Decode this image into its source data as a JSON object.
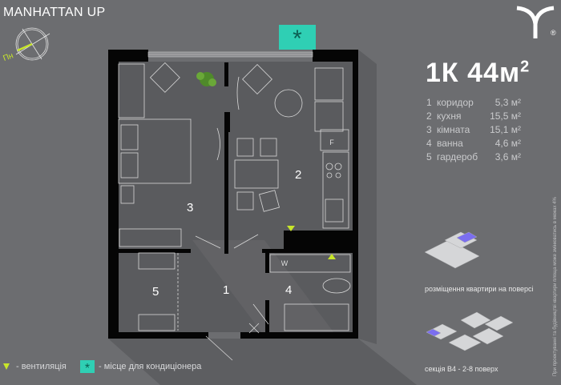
{
  "brand": "MANHATTAN UP",
  "compass_label": "Пн",
  "logo_mark": "®",
  "apartment": {
    "type": "1К",
    "area": "44м",
    "area_sup": "2"
  },
  "rooms": [
    {
      "num": "1",
      "name": "коридор",
      "area": "5,3 м²"
    },
    {
      "num": "2",
      "name": "кухня",
      "area": "15,5 м²"
    },
    {
      "num": "3",
      "name": "кімната",
      "area": "15,1 м²"
    },
    {
      "num": "4",
      "name": "ванна",
      "area": "4,6 м²"
    },
    {
      "num": "5",
      "name": "гардероб",
      "area": "3,6 м²"
    }
  ],
  "plan_labels": {
    "fridge": "F",
    "washer": "W"
  },
  "floor_caption": "розміщення квартири на поверсі",
  "section_caption": "секція В4 - 2-8 поверх",
  "legend": {
    "vent": "- вентиляція",
    "ac": "- місце для кондиціонера"
  },
  "disclaimer": "При проектуванні та будівництві квартири площа може змінюватись в межах 4%",
  "colors": {
    "accent": "#c8e62a",
    "ac": "#2fcfb4",
    "highlight": "#7b6ef0"
  }
}
